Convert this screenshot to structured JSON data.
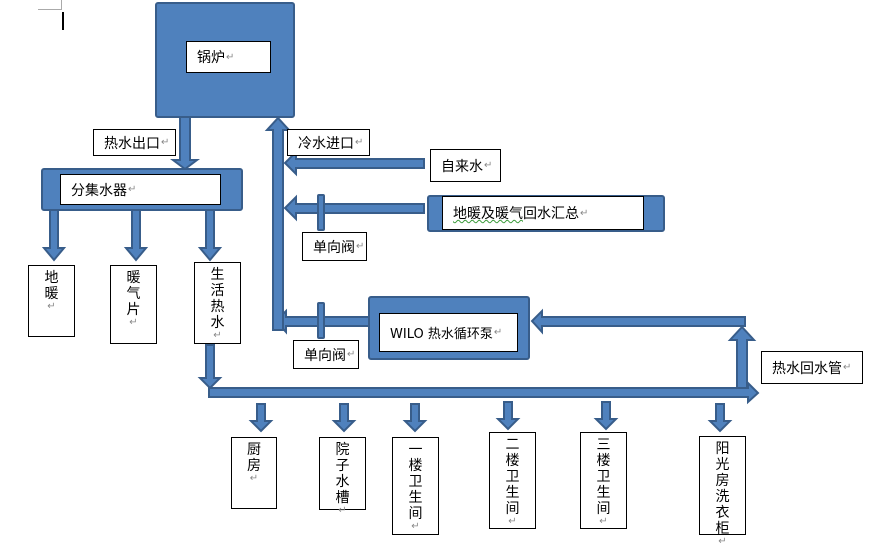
{
  "colors": {
    "pipe_fill": "#4F81BD",
    "pipe_stroke": "#385D8A",
    "label_border": "#000000",
    "paragraph_mark": "#888888",
    "spellcheck_underline": "#3A9A3A"
  },
  "paragraph_mark": "↵",
  "vertical_mark": "↵",
  "nodes": {
    "boiler": "锅炉",
    "hot_water_outlet": "热水出口",
    "cold_water_inlet": "冷水进口",
    "manifold": "分集水器",
    "tap_water": "自来水",
    "return_summary": "地暖及暖气回水汇总",
    "check_valve_upper": "单向阀",
    "check_valve_lower": "单向阀",
    "pump": "WILO 热水循环泵",
    "hot_water_return_pipe": "热水回水管"
  },
  "branches_manifold": [
    {
      "id": "floor-heating",
      "chars": [
        "地",
        "暖"
      ]
    },
    {
      "id": "radiator",
      "chars": [
        "暖",
        "气",
        "片"
      ]
    },
    {
      "id": "domestic-hot-water",
      "chars": [
        "生",
        "活",
        "热",
        "水"
      ]
    }
  ],
  "branches_outlets": [
    {
      "id": "kitchen",
      "chars": [
        "厨",
        "房"
      ]
    },
    {
      "id": "yard-sink",
      "chars": [
        "院",
        "子",
        "水",
        "槽"
      ]
    },
    {
      "id": "bathroom-floor-1",
      "chars": [
        "一",
        "楼",
        "卫",
        "生",
        "间"
      ]
    },
    {
      "id": "bathroom-floor-2",
      "chars": [
        "二",
        "楼",
        "卫",
        "生",
        "间"
      ]
    },
    {
      "id": "bathroom-floor-3",
      "chars": [
        "三",
        "楼",
        "卫",
        "生",
        "间"
      ]
    },
    {
      "id": "sunroom-laundry",
      "chars": [
        "阳",
        "光",
        "房",
        "洗",
        "衣",
        "柜"
      ]
    }
  ]
}
